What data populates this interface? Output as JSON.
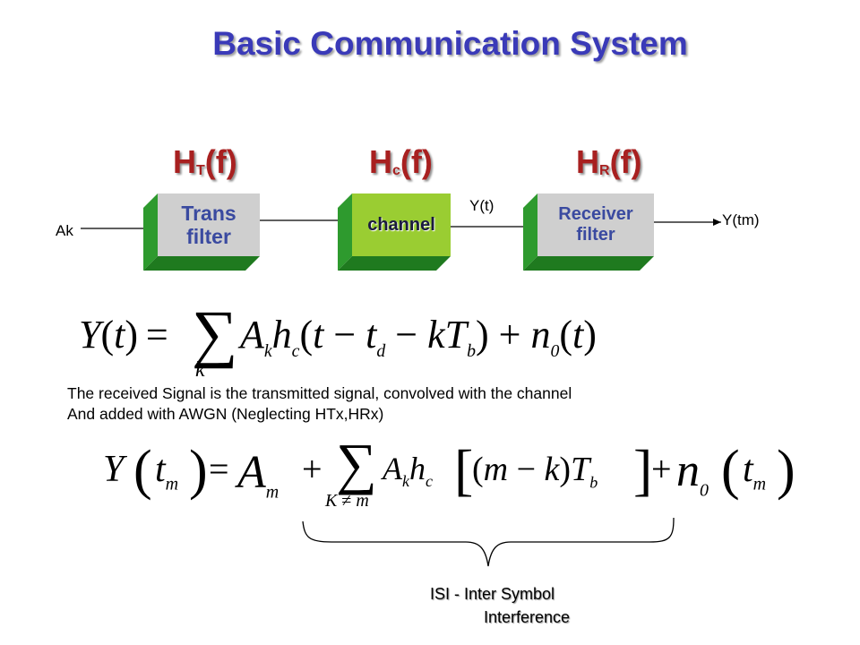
{
  "title": "Basic Communication System",
  "blocks": [
    {
      "h_main": "H",
      "h_sub": "T",
      "h_tail": "(f)",
      "label_line1": "Trans",
      "label_line2": "filter"
    },
    {
      "h_main": "H",
      "h_sub": "c",
      "h_tail": "(f)",
      "label_line1": "channel",
      "label_line2": ""
    },
    {
      "h_main": "H",
      "h_sub": "R",
      "h_tail": "(f)",
      "label_line1": "Receiver",
      "label_line2": "filter"
    }
  ],
  "signals": {
    "input": "Ak",
    "mid": "Y(t)",
    "output": "Y(tm)"
  },
  "description": {
    "line1": "The received Signal is the transmitted signal, convolved with the channel",
    "line2": "And added with AWGN (Neglecting HTx,HRx)"
  },
  "isi": {
    "line1": "ISI - Inter Symbol",
    "line2": "Interference"
  },
  "colors": {
    "title": "#3a3ab8",
    "h_label": "#a82020",
    "box_dark_green": "#2e9a2e",
    "box_front_grey": "#cfcfcf",
    "channel_front": "#9acd32"
  }
}
